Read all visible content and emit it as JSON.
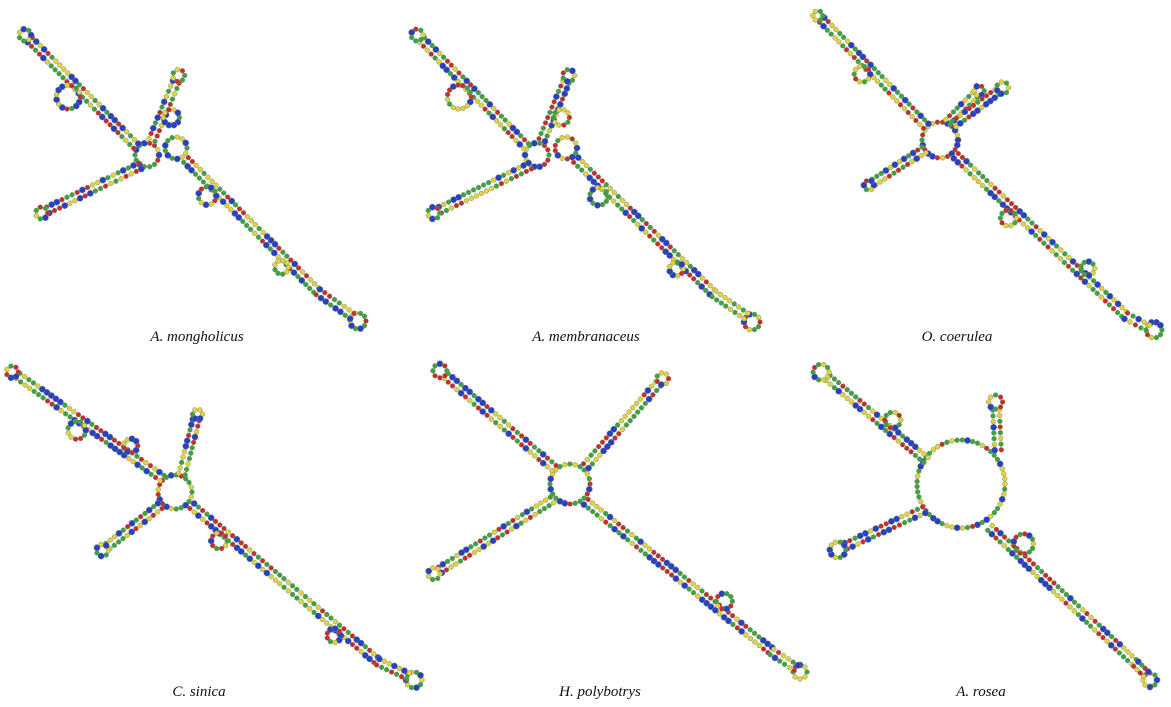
{
  "panels": [
    {
      "label": "A. mongholicus"
    },
    {
      "label": "A. membranaceus"
    },
    {
      "label": "O. coerulea"
    },
    {
      "label": "C. sinica"
    },
    {
      "label": "H. polybotrys"
    },
    {
      "label": "A. rosea"
    }
  ],
  "colors": {
    "G": "#3ea23e",
    "C": "#e8d23a",
    "A": "#2b3fc4",
    "U": "#d12828",
    "outline": "#6f8f6f"
  },
  "diagram_type": "RNA secondary structure"
}
